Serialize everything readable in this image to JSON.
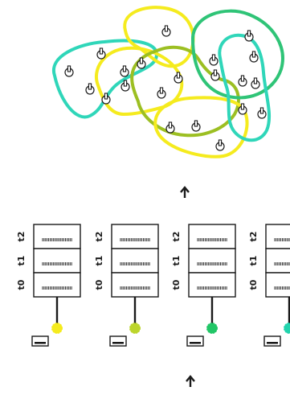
{
  "colors": {
    "background": "#ffffff",
    "ink": "#1a1a1a",
    "yellow": "#f5eb1e",
    "yellow_green": "#bcd52c",
    "olive": "#9cbf22",
    "green": "#2fc477",
    "teal": "#2fd6b9",
    "green_dot": "#22c667",
    "teal_dot": "#22d3ad"
  },
  "clusters": [
    {
      "name": "cluster-teal-left",
      "color_key": "teal"
    },
    {
      "name": "cluster-yellow-top",
      "color_key": "yellow"
    },
    {
      "name": "cluster-yellow-middle",
      "color_key": "yellow"
    },
    {
      "name": "cluster-olive-center",
      "color_key": "olive"
    },
    {
      "name": "cluster-yellow-bottom",
      "color_key": "yellow"
    },
    {
      "name": "cluster-green-right",
      "color_key": "green"
    },
    {
      "name": "cluster-teal-right",
      "color_key": "teal"
    }
  ],
  "arrows": [
    {
      "name": "up-arrow-middle",
      "direction": "up"
    },
    {
      "name": "up-arrow-bottom",
      "direction": "up"
    }
  ],
  "timeline_labels": [
    "t2",
    "t1",
    "t0"
  ],
  "stacks": [
    {
      "name": "stack-1",
      "dot_color_key": "yellow"
    },
    {
      "name": "stack-2",
      "dot_color_key": "yellow_green"
    },
    {
      "name": "stack-3",
      "dot_color_key": "green_dot"
    },
    {
      "name": "stack-4",
      "dot_color_key": "teal_dot"
    }
  ],
  "icons": {
    "user": "user-icon",
    "device": "device-icon",
    "arrow": "up-arrow-icon"
  }
}
